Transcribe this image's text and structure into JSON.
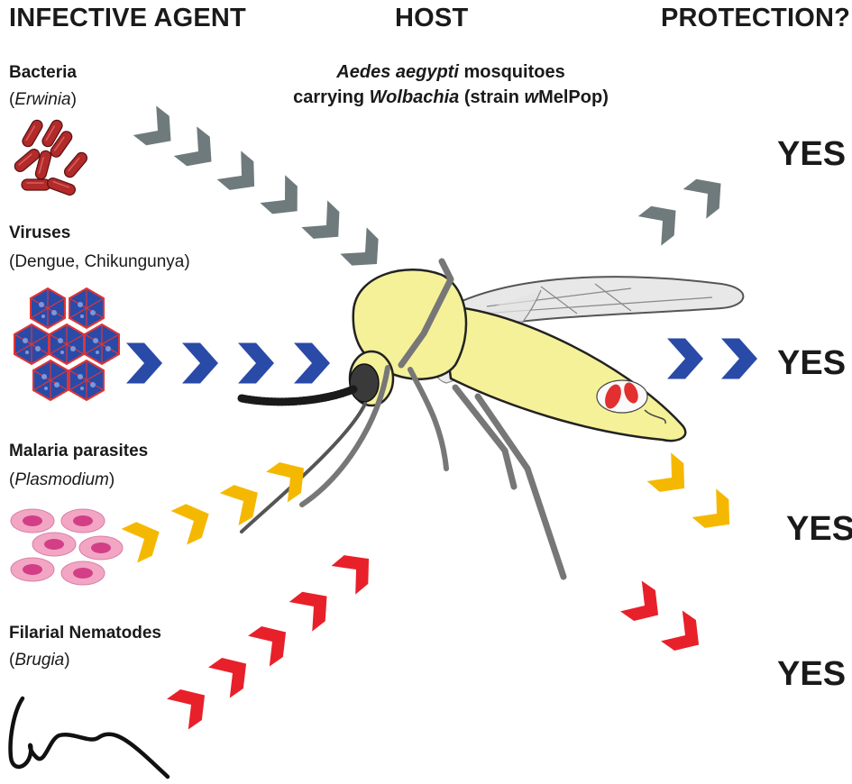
{
  "headers": {
    "agent": "INFECTIVE AGENT",
    "host": "HOST",
    "protection": "PROTECTION?"
  },
  "host": {
    "line1_species": "Aedes aegypti",
    "line1_rest": " mosquitoes",
    "line2_prefix": "carrying ",
    "line2_symbiont": "Wolbachia",
    "line2_strain_open": " (strain ",
    "line2_strain_w": "w",
    "line2_strain_name": "MelPop)"
  },
  "agents": [
    {
      "id": "bacteria",
      "name": "Bacteria",
      "sub_open": "(",
      "sub_italic": "Erwinia",
      "sub_close": ")",
      "sub_plain": "",
      "color": "#6e7a7b"
    },
    {
      "id": "viruses",
      "name": "Viruses",
      "sub_open": "",
      "sub_italic": "",
      "sub_close": "",
      "sub_plain": "(Dengue, Chikungunya)",
      "color": "#2a4aa8"
    },
    {
      "id": "malaria",
      "name": "Malaria parasites",
      "sub_open": "(",
      "sub_italic": "Plasmodium",
      "sub_close": ")",
      "sub_plain": "",
      "color": "#f5b800"
    },
    {
      "id": "filarial",
      "name": "Filarial Nematodes",
      "sub_open": "(",
      "sub_italic": "Brugia",
      "sub_close": ")",
      "sub_plain": "",
      "color": "#e8202a"
    }
  ],
  "protection": [
    "YES",
    "YES",
    "YES",
    "YES"
  ],
  "icons": [
    "bacteria-rod-icon",
    "virus-capsid-icon",
    "red-blood-cell-icon",
    "nematode-worm-icon",
    "mosquito-illustration",
    "chevron-arrow-icon"
  ],
  "colors": {
    "mosquito_body": "#f4f199",
    "mosquito_outline": "#222222",
    "leg": "#777777",
    "bacteria_fill": "#b22a2a",
    "virus_fill": "#2a4aa8",
    "virus_outline": "#e03535",
    "rbc_outer": "#f2a6c4",
    "rbc_inner": "#d23f86"
  }
}
